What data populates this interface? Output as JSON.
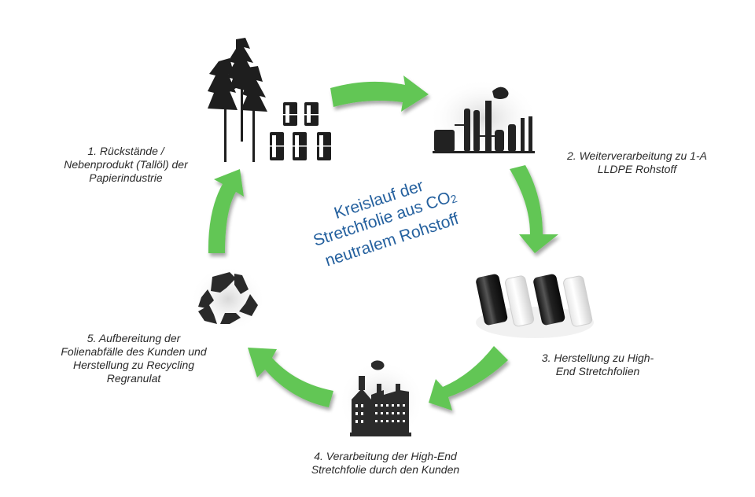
{
  "title": {
    "line1": "Kreislauf der",
    "line2_prefix": "Stretchfolie aus CO",
    "line2_sub": "2",
    "line3": "neutralem Rohstoff",
    "color": "#24609e"
  },
  "steps": [
    {
      "number": "1",
      "icon": "trees-and-barrels-icon",
      "lines": [
        "1. Rückstände /",
        "Nebenprodukt (Tallöl) der",
        "Papierindustrie"
      ]
    },
    {
      "number": "2",
      "icon": "refinery-icon",
      "lines": [
        "2. Weiterverarbeitung zu 1-A",
        "LLDPE Rohstoff"
      ]
    },
    {
      "number": "3",
      "icon": "stretch-film-rolls-icon",
      "lines": [
        "3. Herstellung zu High-",
        "End Stretchfolien"
      ]
    },
    {
      "number": "4",
      "icon": "factory-icon",
      "lines": [
        "4. Verarbeitung der High-End",
        "Stretchfolie durch den Kunden"
      ]
    },
    {
      "number": "5",
      "icon": "recycle-icon",
      "lines": [
        "5. Aufbereitung der",
        "Folienabfälle des Kunden und",
        "Herstellung zu Recycling",
        "Regranulat"
      ]
    }
  ],
  "colors": {
    "arrow": "#62c654",
    "arrow_shadow": "#9a9a9a",
    "text": "#2a2a2a",
    "icon": "#2b2b2b"
  }
}
